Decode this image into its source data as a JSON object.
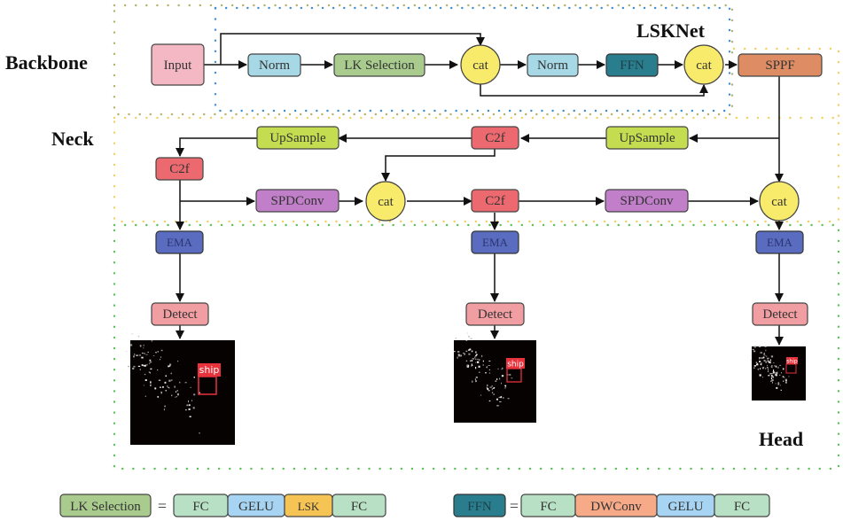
{
  "colors": {
    "input": "#f4b8c4",
    "norm": "#a6d8e6",
    "lk_selection": "#a9cc8e",
    "cat": "#f8ea6a",
    "ffn": "#2a7d8c",
    "sppf": "#dd8c63",
    "upsample": "#c3dc50",
    "c2f": "#ec6a6f",
    "spdconv": "#c07fc8",
    "ema": "#5a6cbf",
    "detect": "#f09ea2",
    "fc": "#b8e0c4",
    "gelu": "#a6d4f2",
    "lsk": "#f6c454",
    "dwconv": "#f6aa88",
    "backbone_border": "#b5b06a",
    "lsknet_border": "#3d8ed0",
    "neck_border": "#f0d060",
    "head_border": "#5cc05c",
    "ship_box": "#e8323c"
  },
  "sections": {
    "backbone": "Backbone",
    "lsknet": "LSKNet",
    "neck": "Neck",
    "head": "Head"
  },
  "backbone": {
    "input": "Input",
    "norm1": "Norm",
    "lk_selection": "LK Selection",
    "cat1": "cat",
    "norm2": "Norm",
    "ffn": "FFN",
    "cat2": "cat",
    "sppf": "SPPF"
  },
  "neck": {
    "upsample_left": "UpSample",
    "c2f_top": "C2f",
    "upsample_right": "UpSample",
    "c2f_left": "C2f",
    "spdconv_left": "SPDConv",
    "cat_left": "cat",
    "c2f_mid": "C2f",
    "spdconv_right": "SPDConv",
    "cat_right": "cat"
  },
  "head": {
    "ema": [
      "EMA",
      "EMA",
      "EMA"
    ],
    "detect": [
      "Detect",
      "Detect",
      "Detect"
    ],
    "detection_label": [
      "ship",
      "ship",
      "ship"
    ]
  },
  "legend": {
    "lk_selection": {
      "name": "LK Selection",
      "equals": "=",
      "parts": [
        "FC",
        "GELU",
        "LSK",
        "FC"
      ]
    },
    "ffn": {
      "name": "FFN",
      "equals": "=",
      "parts": [
        "FC",
        "DWConv",
        "GELU",
        "FC"
      ]
    }
  }
}
